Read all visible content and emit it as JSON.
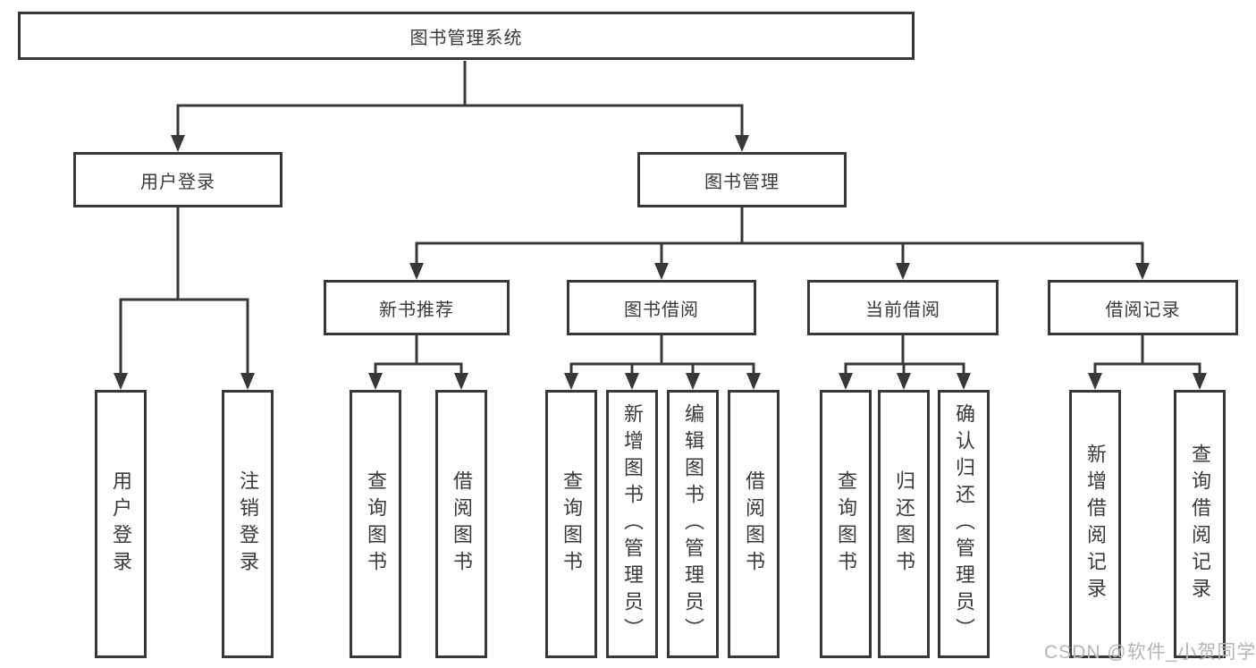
{
  "tree": {
    "root": "图书管理系统",
    "branches": [
      {
        "label": "用户登录",
        "children": [
          "用户登录",
          "注销登录"
        ]
      },
      {
        "label": "图书管理",
        "groups": [
          {
            "label": "新书推荐",
            "children": [
              "查询图书",
              "借阅图书"
            ]
          },
          {
            "label": "图书借阅",
            "children": [
              "查询图书",
              "新增图书（管理员）",
              "编辑图书（管理员）",
              "借阅图书"
            ]
          },
          {
            "label": "当前借阅",
            "children": [
              "查询图书",
              "归还图书",
              "确认归还（管理员）"
            ]
          },
          {
            "label": "借阅记录",
            "children": [
              "新增借阅记录",
              "查询借阅记录"
            ]
          }
        ]
      }
    ]
  },
  "watermark": {
    "text": "CSDN @软件_小贺同学"
  },
  "colors": {
    "line": "#383838",
    "text": "#3a3a3a",
    "background": "#ffffff",
    "watermark": "#b5b5b5"
  }
}
